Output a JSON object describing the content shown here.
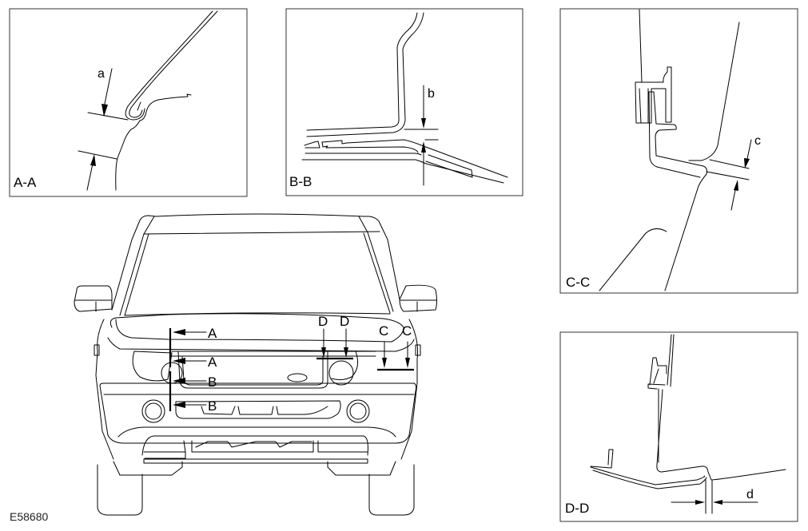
{
  "figure_id": "E58680",
  "sections": [
    {
      "id": "A-A",
      "title": "A-A",
      "gap_label": "a"
    },
    {
      "id": "B-B",
      "title": "B-B",
      "gap_label": "b"
    },
    {
      "id": "C-C",
      "title": "C-C",
      "gap_label": "c"
    },
    {
      "id": "D-D",
      "title": "D-D",
      "gap_label": "d"
    }
  ],
  "vehicle_markers": {
    "a1": "A",
    "a2": "A",
    "b1": "B",
    "b2": "B",
    "c1": "C",
    "c2": "C",
    "d1": "D",
    "d2": "D"
  }
}
